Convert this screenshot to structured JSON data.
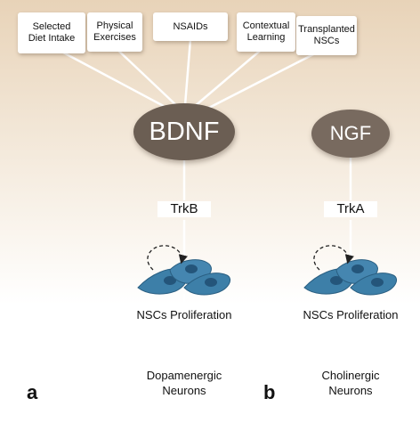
{
  "colors": {
    "oval_bdnf": "#6b5e53",
    "oval_ngf": "#786a5f",
    "cell_fill": "#3d7fa8",
    "cell_nucleus": "#24557a",
    "connector": "#ffffff"
  },
  "inputs": [
    {
      "label": "Selected\nDiet Intake"
    },
    {
      "label": "Physical\nExercises"
    },
    {
      "label": "NSAIDs"
    },
    {
      "label": "Contextual\nLearning"
    },
    {
      "label": "Transplanted\nNSCs"
    }
  ],
  "panel_a": {
    "letter": "a",
    "factor": "BDNF",
    "receptor": "TrkB",
    "process": "NSCs Proliferation",
    "outcome": "Dopamenergic\nNeurons"
  },
  "panel_b": {
    "letter": "b",
    "factor": "NGF",
    "receptor": "TrkA",
    "process": "NSCs Proliferation",
    "outcome": "Cholinergic\nNeurons"
  }
}
